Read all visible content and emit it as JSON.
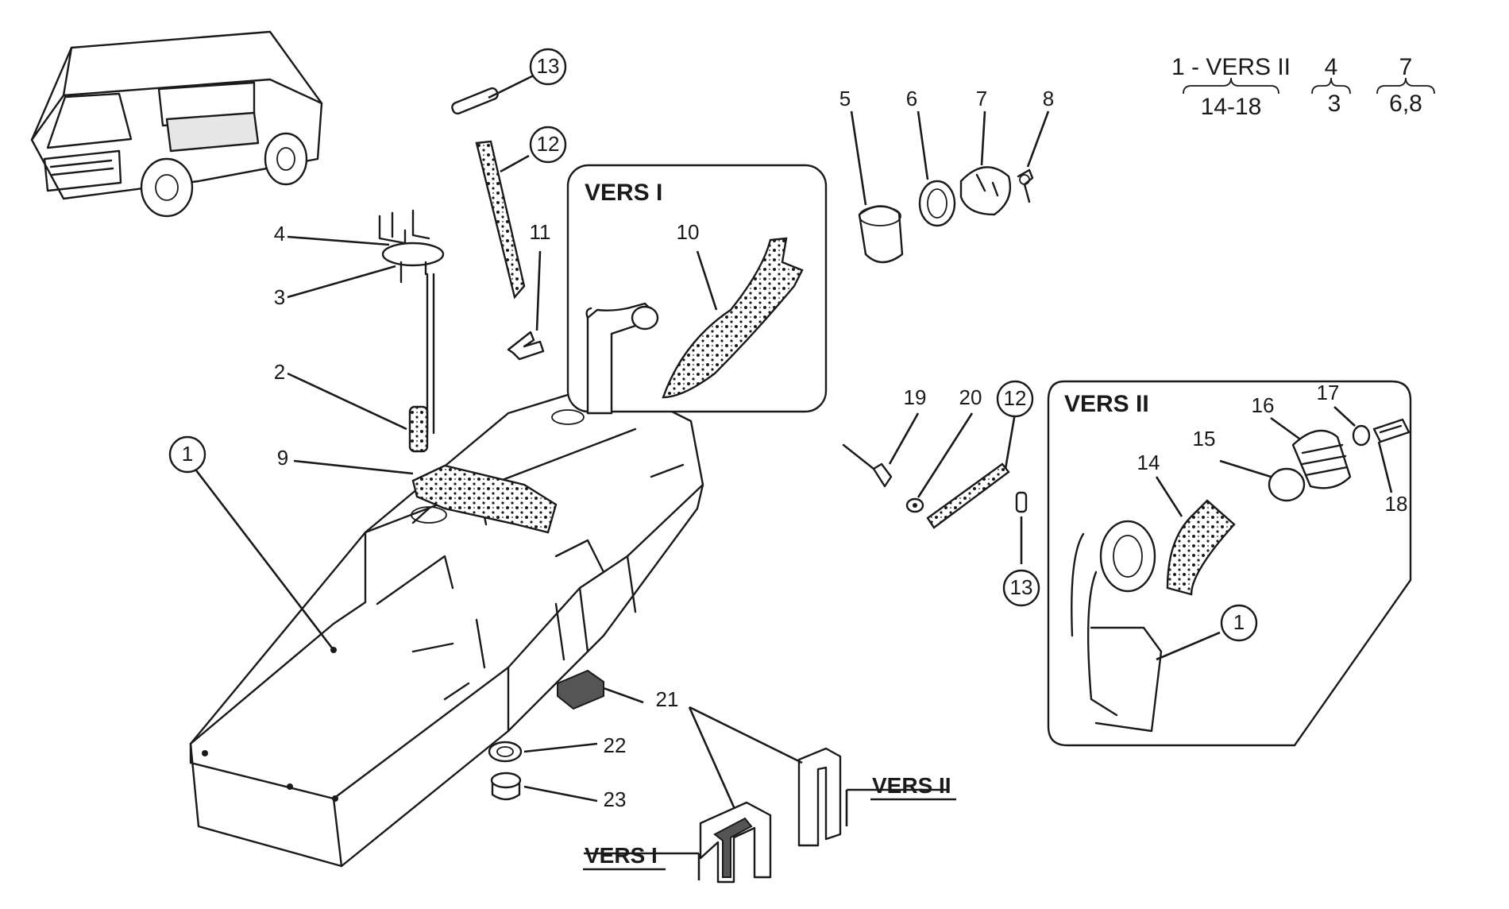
{
  "legend": {
    "groups": [
      {
        "top": "1 - VERS II",
        "bottom": "14-18"
      },
      {
        "top": "4",
        "bottom": "3"
      },
      {
        "top": "7",
        "bottom": "6,8"
      }
    ]
  },
  "boxes": {
    "vers_i_title": "VERS I",
    "vers_ii_title": "VERS II"
  },
  "tags": {
    "vers_i": "VERS I",
    "vers_ii": "VERS II"
  },
  "callouts": {
    "c1": "1",
    "c2": "2",
    "c3": "3",
    "c4": "4",
    "c5": "5",
    "c6": "6",
    "c7": "7",
    "c8": "8",
    "c9": "9",
    "c10": "10",
    "c11": "11",
    "c12a": "12",
    "c12b": "12",
    "c13a": "13",
    "c13b": "13",
    "c14": "14",
    "c15": "15",
    "c16": "16",
    "c17": "17",
    "c18": "18",
    "c19": "19",
    "c20": "20",
    "c21": "21",
    "c22": "22",
    "c23": "23",
    "c1b": "1"
  }
}
